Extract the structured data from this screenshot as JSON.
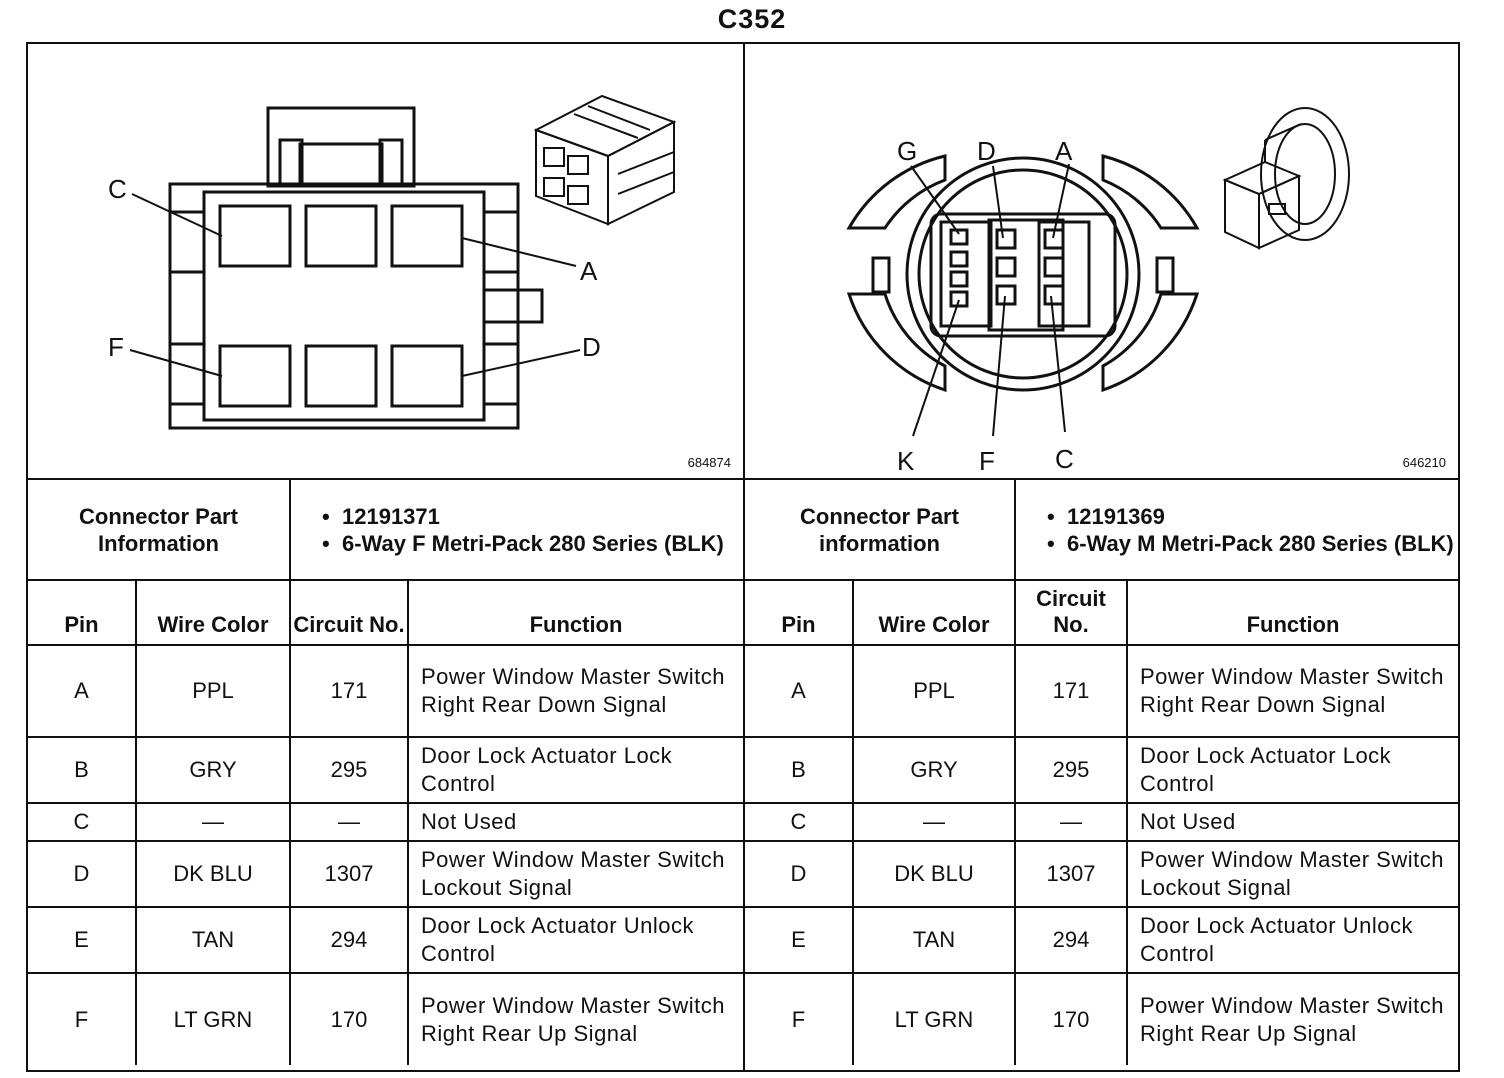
{
  "title": "C352",
  "left": {
    "figure_id": "684874",
    "pin_labels": [
      "C",
      "A",
      "F",
      "D"
    ],
    "part_label": "Connector Part Information",
    "part_items": [
      "12191371",
      "6-Way F Metri-Pack 280 Series (BLK)"
    ],
    "headers": {
      "pin": "Pin",
      "wire": "Wire Color",
      "circuit": "Circuit No.",
      "function": "Function"
    }
  },
  "right": {
    "figure_id": "646210",
    "pin_labels": [
      "G",
      "D",
      "A",
      "K",
      "F",
      "C"
    ],
    "part_label": "Connector Part information",
    "part_items": [
      "12191369",
      "6-Way M Metri-Pack 280 Series (BLK)"
    ],
    "headers": {
      "pin": "Pin",
      "wire": "Wire Color",
      "circuit": "Circuit No.",
      "function": "Function"
    }
  },
  "rows": [
    {
      "pin": "A",
      "wire": "PPL",
      "circuit": "171",
      "function": "Power Window Master Switch Right Rear Down Signal"
    },
    {
      "pin": "B",
      "wire": "GRY",
      "circuit": "295",
      "function": "Door Lock Actuator Lock Control"
    },
    {
      "pin": "C",
      "wire": "—",
      "circuit": "—",
      "function": "Not Used"
    },
    {
      "pin": "D",
      "wire": "DK BLU",
      "circuit": "1307",
      "function": "Power Window Master Switch Lockout Signal"
    },
    {
      "pin": "E",
      "wire": "TAN",
      "circuit": "294",
      "function": "Door Lock Actuator Unlock Control"
    },
    {
      "pin": "F",
      "wire": "LT GRN",
      "circuit": "170",
      "function": "Power Window Master Switch Right Rear Up Signal"
    }
  ]
}
